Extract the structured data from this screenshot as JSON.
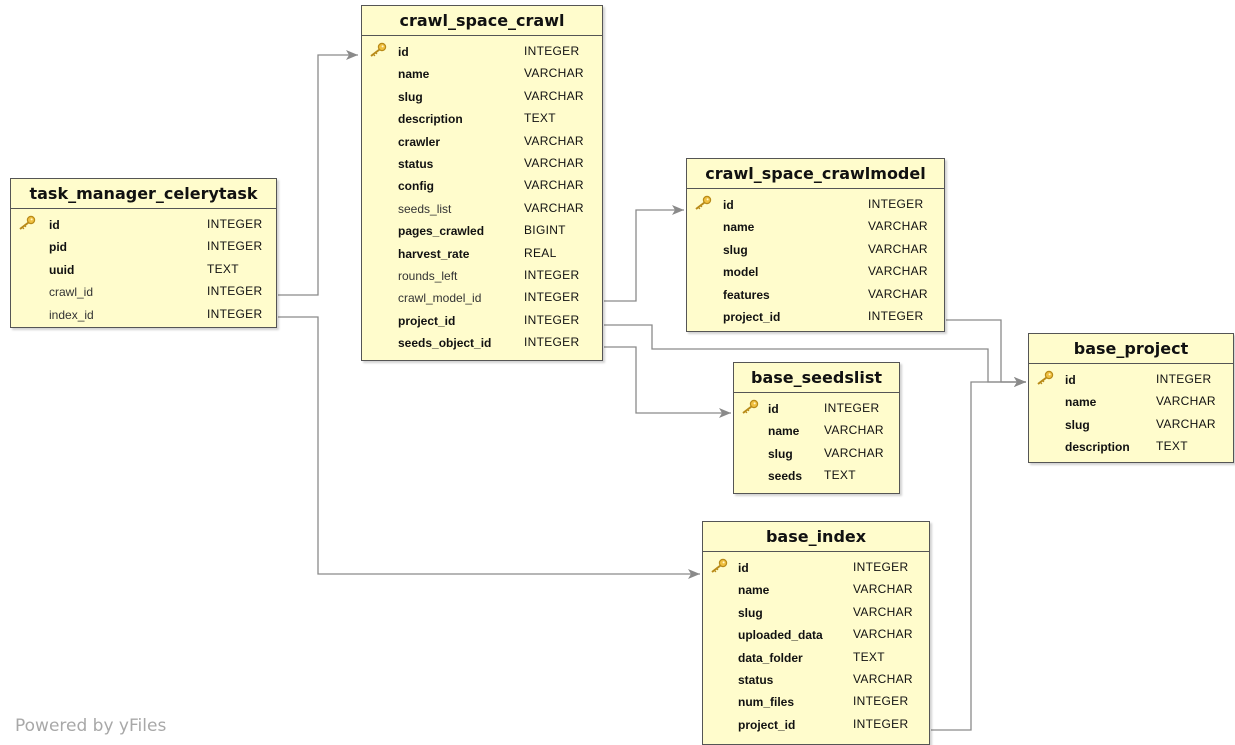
{
  "tables": [
    {
      "name": "task_manager_celerytask",
      "fields": [
        {
          "name": "id",
          "type": "INTEGER",
          "pk": true,
          "bold": true
        },
        {
          "name": "pid",
          "type": "INTEGER",
          "pk": false,
          "bold": true
        },
        {
          "name": "uuid",
          "type": "TEXT",
          "pk": false,
          "bold": true
        },
        {
          "name": "crawl_id",
          "type": "INTEGER",
          "pk": false,
          "bold": false
        },
        {
          "name": "index_id",
          "type": "INTEGER",
          "pk": false,
          "bold": false
        }
      ]
    },
    {
      "name": "crawl_space_crawl",
      "fields": [
        {
          "name": "id",
          "type": "INTEGER",
          "pk": true,
          "bold": true
        },
        {
          "name": "name",
          "type": "VARCHAR",
          "pk": false,
          "bold": true
        },
        {
          "name": "slug",
          "type": "VARCHAR",
          "pk": false,
          "bold": true
        },
        {
          "name": "description",
          "type": "TEXT",
          "pk": false,
          "bold": true
        },
        {
          "name": "crawler",
          "type": "VARCHAR",
          "pk": false,
          "bold": true
        },
        {
          "name": "status",
          "type": "VARCHAR",
          "pk": false,
          "bold": true
        },
        {
          "name": "config",
          "type": "VARCHAR",
          "pk": false,
          "bold": true
        },
        {
          "name": "seeds_list",
          "type": "VARCHAR",
          "pk": false,
          "bold": false
        },
        {
          "name": "pages_crawled",
          "type": "BIGINT",
          "pk": false,
          "bold": true
        },
        {
          "name": "harvest_rate",
          "type": "REAL",
          "pk": false,
          "bold": true
        },
        {
          "name": "rounds_left",
          "type": "INTEGER",
          "pk": false,
          "bold": false
        },
        {
          "name": "crawl_model_id",
          "type": "INTEGER",
          "pk": false,
          "bold": false
        },
        {
          "name": "project_id",
          "type": "INTEGER",
          "pk": false,
          "bold": true
        },
        {
          "name": "seeds_object_id",
          "type": "INTEGER",
          "pk": false,
          "bold": true
        }
      ]
    },
    {
      "name": "crawl_space_crawlmodel",
      "fields": [
        {
          "name": "id",
          "type": "INTEGER",
          "pk": true,
          "bold": true
        },
        {
          "name": "name",
          "type": "VARCHAR",
          "pk": false,
          "bold": true
        },
        {
          "name": "slug",
          "type": "VARCHAR",
          "pk": false,
          "bold": true
        },
        {
          "name": "model",
          "type": "VARCHAR",
          "pk": false,
          "bold": true
        },
        {
          "name": "features",
          "type": "VARCHAR",
          "pk": false,
          "bold": true
        },
        {
          "name": "project_id",
          "type": "INTEGER",
          "pk": false,
          "bold": true
        }
      ]
    },
    {
      "name": "base_seedslist",
      "fields": [
        {
          "name": "id",
          "type": "INTEGER",
          "pk": true,
          "bold": true
        },
        {
          "name": "name",
          "type": "VARCHAR",
          "pk": false,
          "bold": true
        },
        {
          "name": "slug",
          "type": "VARCHAR",
          "pk": false,
          "bold": true
        },
        {
          "name": "seeds",
          "type": "TEXT",
          "pk": false,
          "bold": true
        }
      ]
    },
    {
      "name": "base_project",
      "fields": [
        {
          "name": "id",
          "type": "INTEGER",
          "pk": true,
          "bold": true
        },
        {
          "name": "name",
          "type": "VARCHAR",
          "pk": false,
          "bold": true
        },
        {
          "name": "slug",
          "type": "VARCHAR",
          "pk": false,
          "bold": true
        },
        {
          "name": "description",
          "type": "TEXT",
          "pk": false,
          "bold": true
        }
      ]
    },
    {
      "name": "base_index",
      "fields": [
        {
          "name": "id",
          "type": "INTEGER",
          "pk": true,
          "bold": true
        },
        {
          "name": "name",
          "type": "VARCHAR",
          "pk": false,
          "bold": true
        },
        {
          "name": "slug",
          "type": "VARCHAR",
          "pk": false,
          "bold": true
        },
        {
          "name": "uploaded_data",
          "type": "VARCHAR",
          "pk": false,
          "bold": true
        },
        {
          "name": "data_folder",
          "type": "TEXT",
          "pk": false,
          "bold": true
        },
        {
          "name": "status",
          "type": "VARCHAR",
          "pk": false,
          "bold": true
        },
        {
          "name": "num_files",
          "type": "INTEGER",
          "pk": false,
          "bold": true
        },
        {
          "name": "project_id",
          "type": "INTEGER",
          "pk": false,
          "bold": true
        }
      ]
    }
  ],
  "relations": [
    {
      "from_table": "task_manager_celerytask",
      "from_field": "crawl_id",
      "to_table": "crawl_space_crawl",
      "to_field": "id"
    },
    {
      "from_table": "task_manager_celerytask",
      "from_field": "index_id",
      "to_table": "base_index",
      "to_field": "id"
    },
    {
      "from_table": "crawl_space_crawl",
      "from_field": "crawl_model_id",
      "to_table": "crawl_space_crawlmodel",
      "to_field": "id"
    },
    {
      "from_table": "crawl_space_crawl",
      "from_field": "project_id",
      "to_table": "base_project",
      "to_field": "id"
    },
    {
      "from_table": "crawl_space_crawl",
      "from_field": "seeds_object_id",
      "to_table": "base_seedslist",
      "to_field": "id"
    },
    {
      "from_table": "crawl_space_crawlmodel",
      "from_field": "project_id",
      "to_table": "base_project",
      "to_field": "id"
    },
    {
      "from_table": "base_index",
      "from_field": "project_id",
      "to_table": "base_project",
      "to_field": "id"
    }
  ],
  "footer": "Powered by yFiles",
  "colors": {
    "table_fill": "#fffccc",
    "table_border": "#555555",
    "edge": "#8a8a8a",
    "key_icon": "#d4a020",
    "footer_text": "#a8a8a8"
  },
  "icons": {
    "primary_key": "key-icon"
  }
}
